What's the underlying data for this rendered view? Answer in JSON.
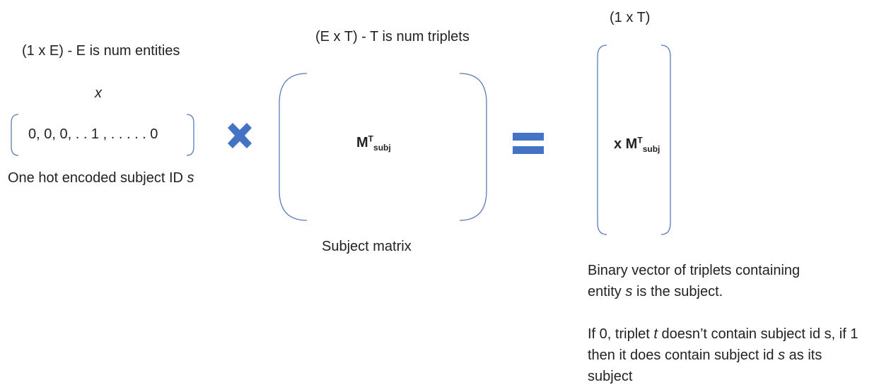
{
  "vector_x": {
    "dim_label": "(1 x E) - E is num entities",
    "symbol": "x",
    "values": "0, 0,  0, . . 1 , . . . . . 0",
    "caption": "One hot encoded subject ID",
    "caption_var": "s"
  },
  "operator_multiply": {
    "icon": "multiply-icon",
    "color": "#4472C4"
  },
  "subject_matrix": {
    "dim_label": "(E x T) - T is num triplets",
    "symbol_base": "M",
    "symbol_sup": "T",
    "symbol_sub": "subj",
    "caption": "Subject matrix"
  },
  "operator_equals": {
    "icon": "equals-icon",
    "color": "#4472C4"
  },
  "result_vector": {
    "dim_label": "(1 x T)",
    "expr_prefix": "x M",
    "expr_sup": "T",
    "expr_sub": "subj"
  },
  "description": {
    "line1": "Binary vector of triplets containing",
    "line2a": "entity",
    "line2_var": "s",
    "line2b": "is the subject.",
    "p2a": "If 0, triplet",
    "p2_var_t": "t",
    "p2b": "doesn’t contain subject id s, if 1 then it does contain subject id",
    "p2_var_s": "s",
    "p2c": "as its subject"
  },
  "colors": {
    "bracket": "#5B7CB8",
    "operator": "#4472C4",
    "text": "#222222"
  }
}
